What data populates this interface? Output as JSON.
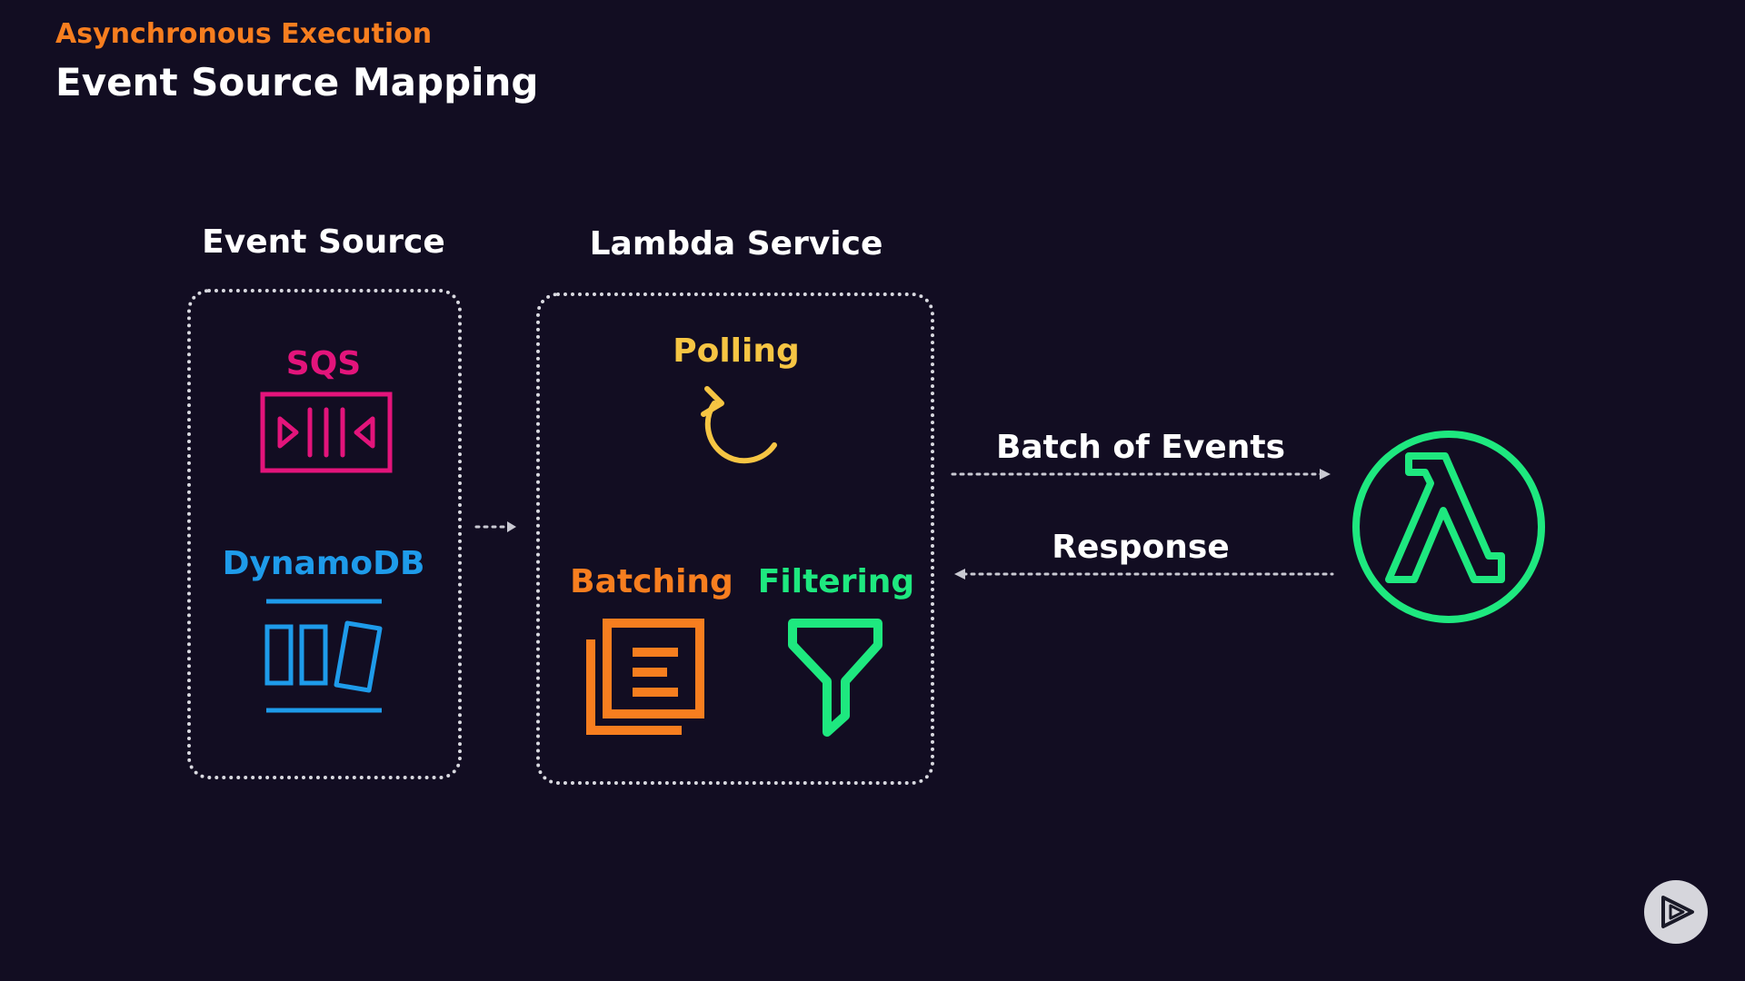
{
  "header": {
    "eyebrow": "Asynchronous Execution",
    "title": "Event Source Mapping"
  },
  "diagram": {
    "event_source": {
      "label": "Event Source",
      "items": [
        {
          "label": "SQS",
          "icon": "sqs-queue-icon",
          "color": "#e3147b"
        },
        {
          "label": "DynamoDB",
          "icon": "dynamodb-table-icon",
          "color": "#1e9bea"
        }
      ]
    },
    "lambda_service": {
      "label": "Lambda Service",
      "items": [
        {
          "label": "Polling",
          "icon": "refresh-arrow-icon",
          "color": "#f6c543"
        },
        {
          "label": "Batching",
          "icon": "stacked-documents-icon",
          "color": "#f77e1f"
        },
        {
          "label": "Filtering",
          "icon": "funnel-icon",
          "color": "#1ee87f"
        }
      ]
    },
    "edges": {
      "batch": "Batch of Events",
      "response": "Response"
    },
    "lambda_function": {
      "icon": "aws-lambda-icon",
      "color": "#1ee87f"
    }
  },
  "branding": {
    "icon": "pluralsight-play-icon"
  }
}
